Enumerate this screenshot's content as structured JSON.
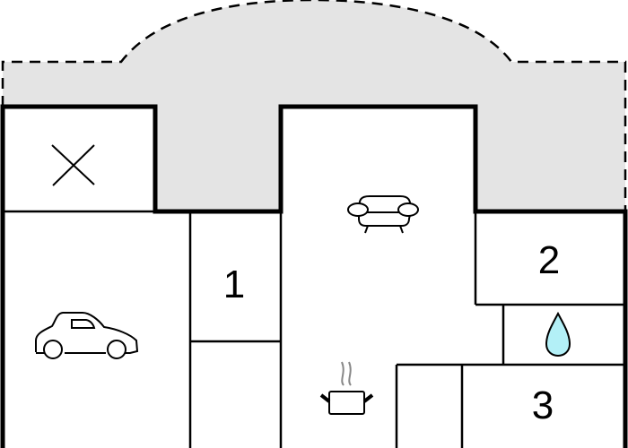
{
  "diagram": {
    "type": "floor-plan",
    "colors": {
      "wall": "#000000",
      "outdoor_area_fill": "#e4e4e4",
      "room_fill": "#ffffff",
      "water_drop_fill": "#b3f0f7",
      "steam": "#888888"
    },
    "rooms": [
      {
        "id": "storage",
        "label": "",
        "icon": "x-cross-icon"
      },
      {
        "id": "garage",
        "label": "",
        "icon": "car-icon"
      },
      {
        "id": "bedroom-1",
        "label": "1"
      },
      {
        "id": "hall",
        "label": ""
      },
      {
        "id": "living-room",
        "label": "",
        "icon": "sofa-icon"
      },
      {
        "id": "kitchen",
        "label": "",
        "icon": "cooking-pot-icon"
      },
      {
        "id": "bedroom-2",
        "label": "2"
      },
      {
        "id": "bathroom",
        "label": "",
        "icon": "water-drop-icon"
      },
      {
        "id": "closet",
        "label": ""
      },
      {
        "id": "bedroom-3",
        "label": "3"
      }
    ],
    "outdoor_area": {
      "label": "",
      "style": "dashed-outline terrace"
    }
  }
}
